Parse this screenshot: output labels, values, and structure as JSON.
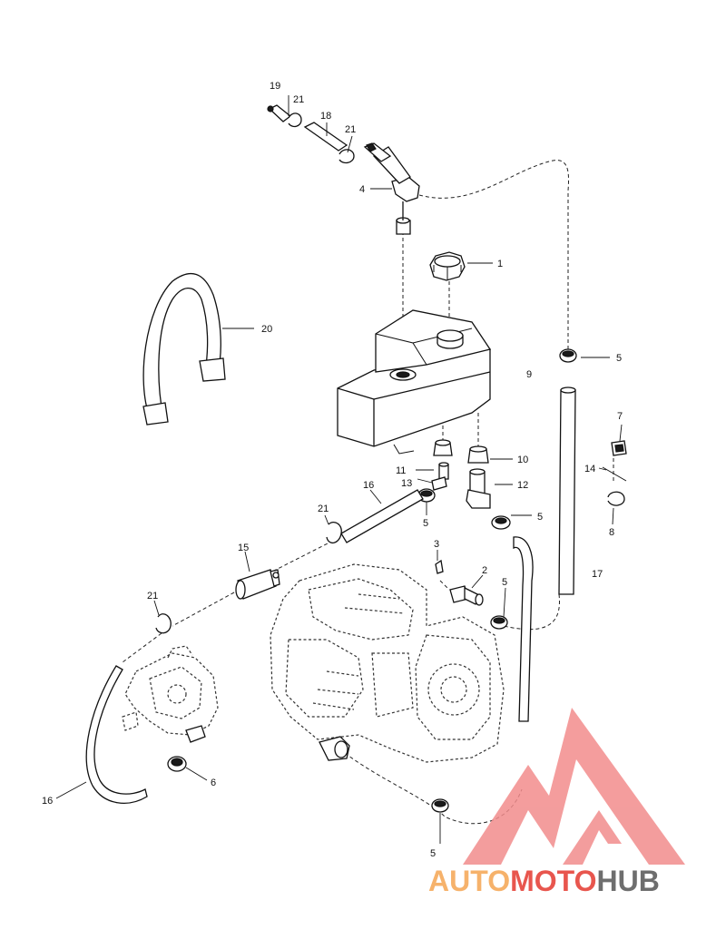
{
  "callouts": [
    "1",
    "2",
    "3",
    "4",
    "5",
    "5",
    "5",
    "5",
    "5",
    "6",
    "7",
    "8",
    "9",
    "10",
    "11",
    "12",
    "13",
    "14",
    "15",
    "16",
    "16",
    "17",
    "18",
    "19",
    "20",
    "21",
    "21",
    "21",
    "21"
  ],
  "watermark": {
    "part_a": "AUTO",
    "part_b": "MOTO",
    "part_c": "HUB",
    "color_light": "#f6b26b",
    "color_mid": "#e8564e",
    "color_dark": "#6e6e6e",
    "logo_color": "#f28c8c"
  }
}
